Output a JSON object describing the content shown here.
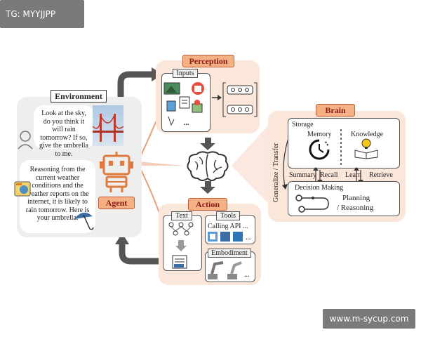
{
  "watermarks": {
    "top_left": "TG: MYYJJPP",
    "bottom_right": "www.m-sycup.com"
  },
  "environment": {
    "title": "Environment",
    "question": "Look at the sky, do you think it will rain tomorrow? If so, give the umbrella to me.",
    "answer": "Reasoning from the current weather conditions and the weather reports on the internet, it is likely to rain tomorrow. Here is your umbrella."
  },
  "agent": {
    "label": "Agent"
  },
  "perception": {
    "title": "Perception",
    "inputs_label": "Inputs",
    "ellipsis": "..."
  },
  "action": {
    "title": "Action",
    "text_label": "Text",
    "tools_label": "Tools",
    "calling_api": "Calling API ...",
    "embodiment_label": "Embodiment"
  },
  "brain": {
    "title": "Brain",
    "storage": "Storage",
    "memory": "Memory",
    "knowledge": "Knowledge",
    "summary": "Summary",
    "recall": "Recall",
    "learn": "Learn",
    "retrieve": "Retrieve",
    "decision_making": "Decision Making",
    "planning": "Planning",
    "reasoning": "/ Reasoning",
    "generalize_transfer": "Generalize / Transfer"
  },
  "colors": {
    "accent_orange": "#f4b183",
    "panel_peach": "#fbe6da",
    "panel_gray": "#eeeeee",
    "robot_orange": "#e07a3c"
  }
}
